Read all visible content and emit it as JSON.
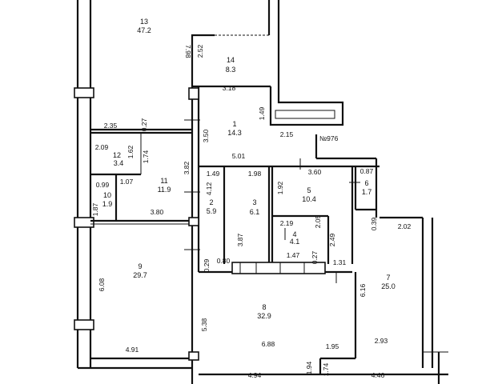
{
  "rooms": [
    {
      "id": "13",
      "number": "13",
      "area": "47.2"
    },
    {
      "id": "14",
      "number": "14",
      "area": "8.3"
    },
    {
      "id": "1",
      "number": "1",
      "area": "14.3"
    },
    {
      "id": "12",
      "number": "12",
      "area": "3.4"
    },
    {
      "id": "11",
      "number": "11",
      "area": "11.9"
    },
    {
      "id": "10",
      "number": "10",
      "area": "1.9"
    },
    {
      "id": "2",
      "number": "2",
      "area": "5.9"
    },
    {
      "id": "3",
      "number": "3",
      "area": "6.1"
    },
    {
      "id": "5",
      "number": "5",
      "area": "10.4"
    },
    {
      "id": "6",
      "number": "6",
      "area": "1.7"
    },
    {
      "id": "4",
      "number": "4",
      "area": "4.1"
    },
    {
      "id": "9",
      "number": "9",
      "area": "29.7"
    },
    {
      "id": "8",
      "number": "8",
      "area": "32.9"
    },
    {
      "id": "7",
      "number": "7",
      "area": "25.0"
    }
  ],
  "dimensions": [
    "7.98",
    "2.52",
    "3.18",
    "1.49",
    "2.35",
    "0.27",
    "3.50",
    "2.15",
    "2.09",
    "1.62",
    "1.74",
    "5.01",
    "3.82",
    "1.49",
    "1.98",
    "3.60",
    "0.87",
    "1.07",
    "0.99",
    "4.12",
    "1.92",
    "1.87",
    "3.80",
    "2.19",
    "2.05",
    "0.39",
    "2.02",
    "3.87",
    "2.49",
    "1.47",
    "0.27",
    "0.29",
    "0.80",
    "1.31",
    "6.08",
    "6.16",
    "5.38",
    "4.91",
    "6.88",
    "1.95",
    "2.93",
    "4.94",
    "1.94",
    "1.74",
    "4.46"
  ],
  "label_no": "№976"
}
